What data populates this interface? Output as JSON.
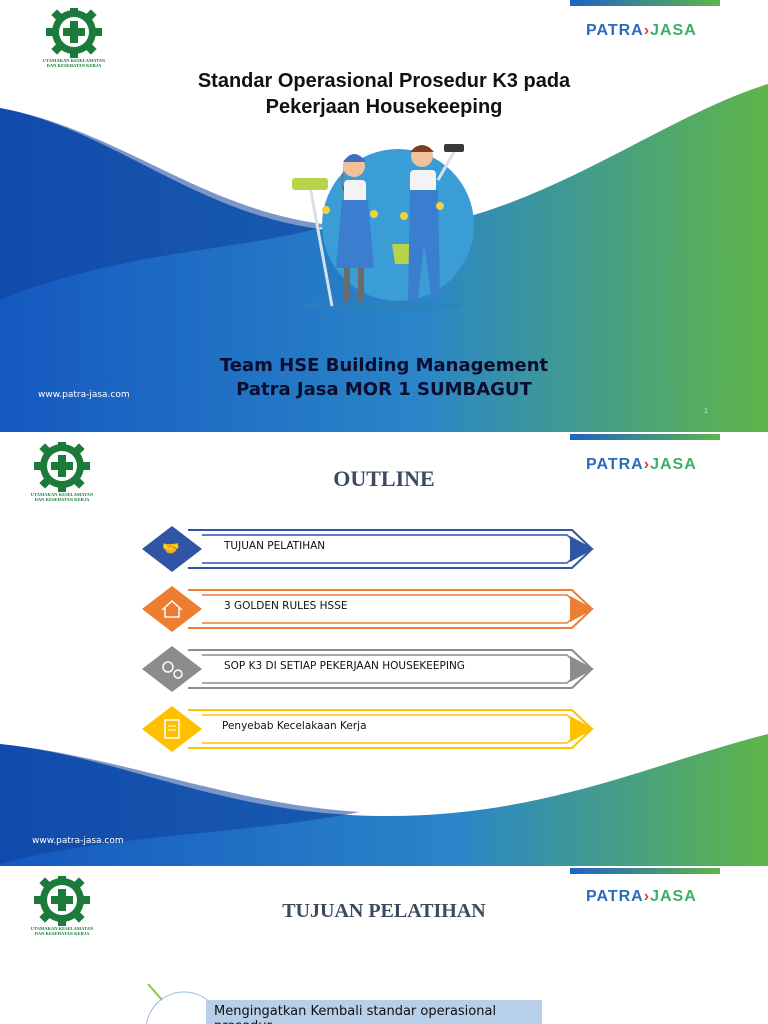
{
  "brand": {
    "k3_logo_text_line1": "UTAMAKAN KESELAMATAN",
    "k3_logo_text_line2": "DAN KESEHATAN KERJA",
    "patra_left": "PATRA",
    "patra_right": "JASA",
    "website": "www.patra-jasa.com",
    "colors": {
      "blue": "#1f63c6",
      "green": "#5fb548",
      "k3_green": "#1c7a3b"
    }
  },
  "slide1": {
    "title_line1": "Standar Operasional Prosedur K3 pada",
    "title_line2": "Pekerjaan Housekeeping",
    "team_line1": "Team HSE Building Management",
    "team_line2": "Patra Jasa MOR 1 SUMBAGUT",
    "page_number": "1"
  },
  "slide2": {
    "heading": "OUTLINE",
    "items": [
      {
        "label": "TUJUAN PELATIHAN",
        "color": "#2f55a4",
        "icon": "handshake-icon"
      },
      {
        "label": "3 GOLDEN RULES HSSE",
        "color": "#ed7d31",
        "icon": "house-icon"
      },
      {
        "label": "SOP K3 DI SETIAP PEKERJAAN HOUSEKEEPING",
        "color": "#8c8c8c",
        "icon": "gears-icon"
      },
      {
        "label": "Penyebab Kecelakaan Kerja",
        "color": "#ffc000",
        "icon": "checklist-icon"
      }
    ]
  },
  "slide3": {
    "heading": "TUJUAN PELATIHAN",
    "box_text": "Mengingatkan Kembali standar operasional prosedur"
  }
}
